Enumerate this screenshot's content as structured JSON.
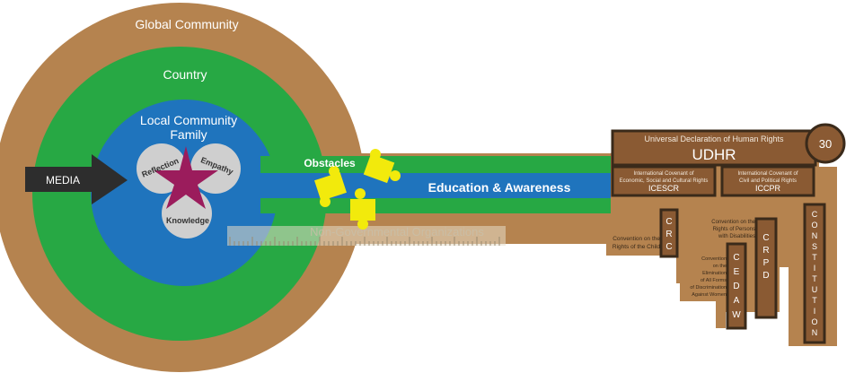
{
  "rings": {
    "global": "Global Community",
    "country": "Country",
    "local_line1": "Local Community",
    "local_line2": "Family"
  },
  "media": "MEDIA",
  "circles": {
    "reflection": "Reflection",
    "empathy": "Empathy",
    "knowledge": "Knowledge"
  },
  "obstacles": "Obstacles",
  "education": "Education & Awareness",
  "ngo": "Non-Governmental Organizations",
  "udhr": {
    "title": "Universal Declaration of Human Rights",
    "abbr": "UDHR",
    "number": "30"
  },
  "icescr": {
    "line1": "International Covenant of",
    "line2": "Economic, Social and Cultural Rights",
    "abbr": "ICESCR"
  },
  "iccpr": {
    "line1": "International Covenant of",
    "line2": "Civil and Political Rights",
    "abbr": "ICCPR"
  },
  "crc": {
    "line1": "Convention on the",
    "line2": "Rights of the Child",
    "letters": [
      "C",
      "R",
      "C"
    ]
  },
  "crpd": {
    "line1": "Convention on the",
    "line2": "Rights of Persons",
    "line3": "with Disabilities",
    "letters": [
      "C",
      "R",
      "P",
      "D"
    ]
  },
  "cedaw": {
    "line1": "Convention",
    "line2": "on the",
    "line3": "Elimination",
    "line4": "of All Forms",
    "line5": "of Discrimination",
    "line6": "Against Women",
    "letters": [
      "C",
      "E",
      "D",
      "A",
      "W"
    ]
  },
  "constitution": {
    "letters": [
      "C",
      "O",
      "N",
      "S",
      "T",
      "I",
      "T",
      "U",
      "T",
      "I",
      "O",
      "N"
    ]
  },
  "colors": {
    "brown": "#b5834f",
    "dark_brown": "#8a5a33",
    "outline": "#3a2a1a",
    "green": "#27a844",
    "blue": "#1f74bd",
    "star": "#9b1c5c",
    "puzzle": "#f2ea0c",
    "circle_gray": "#cfcfcf"
  }
}
